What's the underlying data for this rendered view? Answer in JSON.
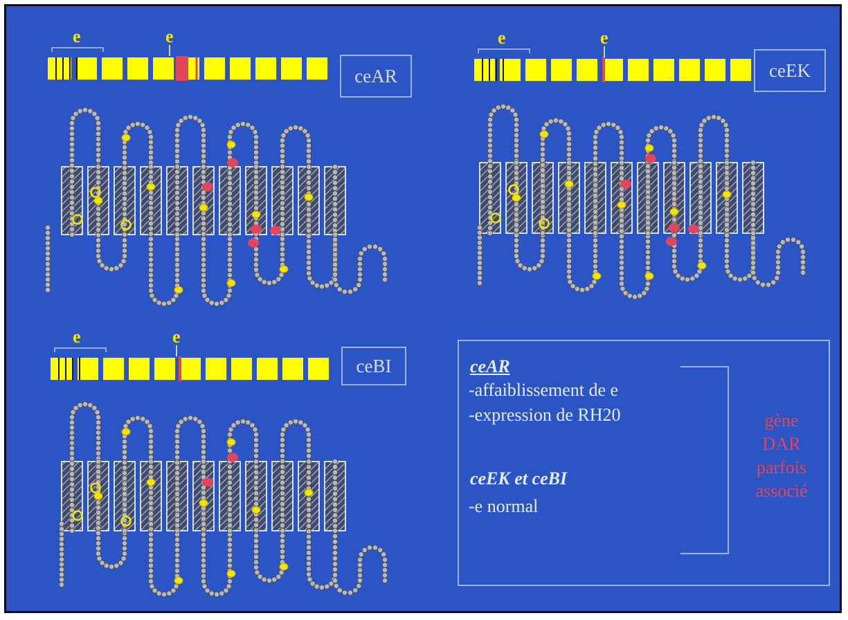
{
  "panels": [
    {
      "label": "ceAR",
      "marker_left": "e",
      "marker_right": "e"
    },
    {
      "label": "ceEK",
      "marker_left": "e",
      "marker_right": "e"
    },
    {
      "label": "ceBI",
      "marker_left": "e",
      "marker_right": "e"
    }
  ],
  "legend": {
    "group1_title": "ceAR",
    "group1_lines": [
      "-affaiblissement de e",
      "-expression de RH20"
    ],
    "group2_title": "ceEK et ceBI",
    "group2_lines": [
      "-e normal"
    ],
    "gene_lines": [
      "gène",
      "DAR",
      "parfois",
      "associé"
    ]
  },
  "colors": {
    "background": "#2b54c4",
    "exon": "#ffff00",
    "mutation": "#e3465c",
    "residue": "#b9b9b9",
    "variant": "#f2e600"
  }
}
